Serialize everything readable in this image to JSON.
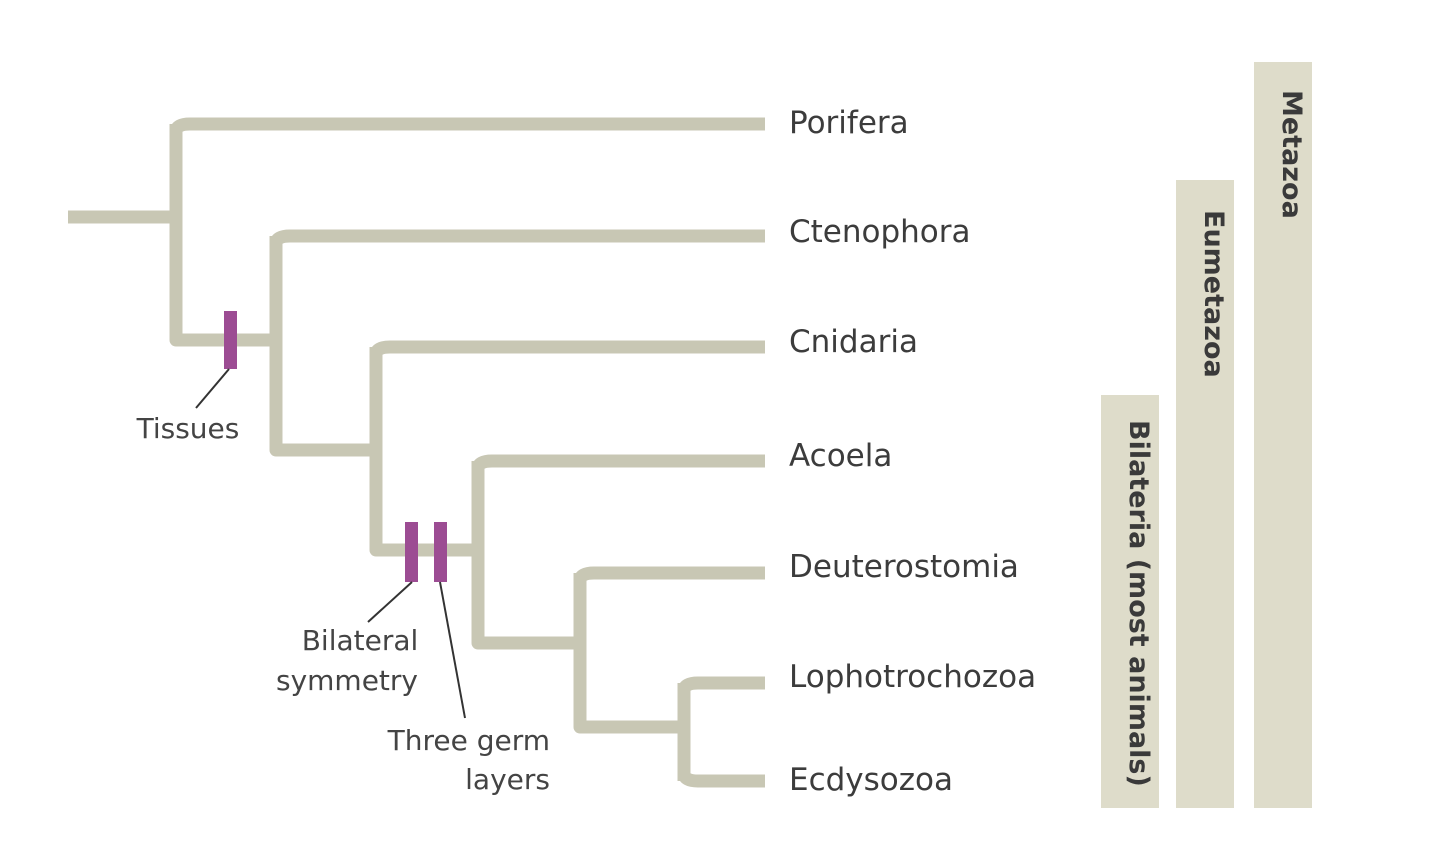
{
  "colors": {
    "branch": "#c8c7b4",
    "synapomorphy": "#9c4c93",
    "clade_bar": "#dedcca",
    "text": "#3c3c3c"
  },
  "taxa": [
    {
      "key": "porifera",
      "label": "Porifera"
    },
    {
      "key": "ctenophora",
      "label": "Ctenophora"
    },
    {
      "key": "cnidaria",
      "label": "Cnidaria"
    },
    {
      "key": "acoela",
      "label": "Acoela"
    },
    {
      "key": "deuterostomia",
      "label": "Deuterostomia"
    },
    {
      "key": "lophotrochozoa",
      "label": "Lophotrochozoa"
    },
    {
      "key": "ecdysozoa",
      "label": "Ecdysozoa"
    }
  ],
  "characters": {
    "tissues": {
      "lines": [
        "Tissues"
      ]
    },
    "bilateral_symmetry": {
      "lines": [
        "Bilateral",
        "symmetry"
      ]
    },
    "three_germ_layers": {
      "lines": [
        "Three germ",
        "layers"
      ]
    }
  },
  "clades": [
    {
      "key": "bilateria",
      "label": "Bilateria (most animals)"
    },
    {
      "key": "eumetazoa",
      "label": "Eumetazoa"
    },
    {
      "key": "metazoa",
      "label": "Metazoa"
    }
  ]
}
